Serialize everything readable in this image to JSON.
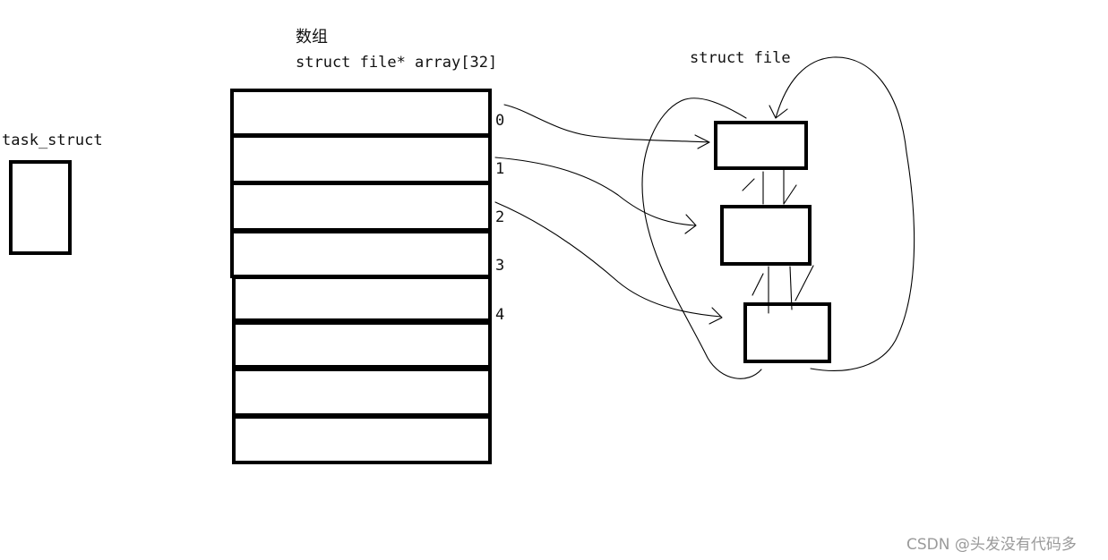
{
  "labels": {
    "array_cn": "数组",
    "array_decl": "struct file* array[32]",
    "task": "task_struct",
    "file": "struct file"
  },
  "indices": [
    "0",
    "1",
    "2",
    "3",
    "4"
  ],
  "watermark": "CSDN @头发没有代码多"
}
